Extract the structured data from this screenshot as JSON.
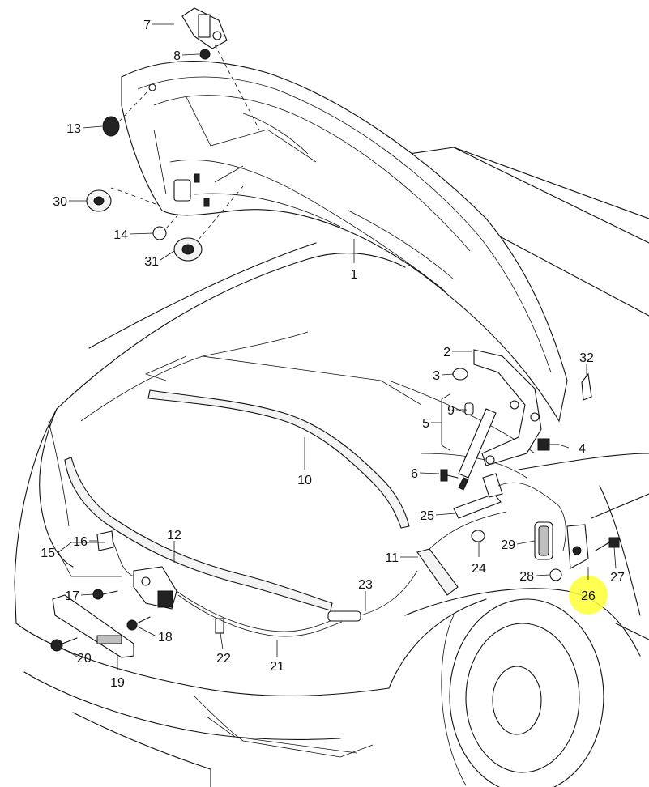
{
  "callouts": [
    {
      "id": "7",
      "text": "7"
    },
    {
      "id": "8",
      "text": "8"
    },
    {
      "id": "13",
      "text": "13"
    },
    {
      "id": "30",
      "text": "30"
    },
    {
      "id": "14",
      "text": "14"
    },
    {
      "id": "31",
      "text": "31"
    },
    {
      "id": "1",
      "text": "1"
    },
    {
      "id": "2",
      "text": "2"
    },
    {
      "id": "3",
      "text": "3"
    },
    {
      "id": "32",
      "text": "32"
    },
    {
      "id": "9",
      "text": "9"
    },
    {
      "id": "5",
      "text": "5"
    },
    {
      "id": "4",
      "text": "4"
    },
    {
      "id": "10",
      "text": "10"
    },
    {
      "id": "6",
      "text": "6"
    },
    {
      "id": "25",
      "text": "25"
    },
    {
      "id": "16",
      "text": "16"
    },
    {
      "id": "12",
      "text": "12"
    },
    {
      "id": "15",
      "text": "15"
    },
    {
      "id": "29",
      "text": "29"
    },
    {
      "id": "11",
      "text": "11"
    },
    {
      "id": "24",
      "text": "24"
    },
    {
      "id": "28",
      "text": "28"
    },
    {
      "id": "27",
      "text": "27"
    },
    {
      "id": "17",
      "text": "17"
    },
    {
      "id": "23",
      "text": "23"
    },
    {
      "id": "26",
      "text": "26"
    },
    {
      "id": "18",
      "text": "18"
    },
    {
      "id": "20",
      "text": "20"
    },
    {
      "id": "22",
      "text": "22"
    },
    {
      "id": "21",
      "text": "21"
    },
    {
      "id": "19",
      "text": "19"
    }
  ],
  "highlight": {
    "callout": "26",
    "color": "#ffff33"
  }
}
